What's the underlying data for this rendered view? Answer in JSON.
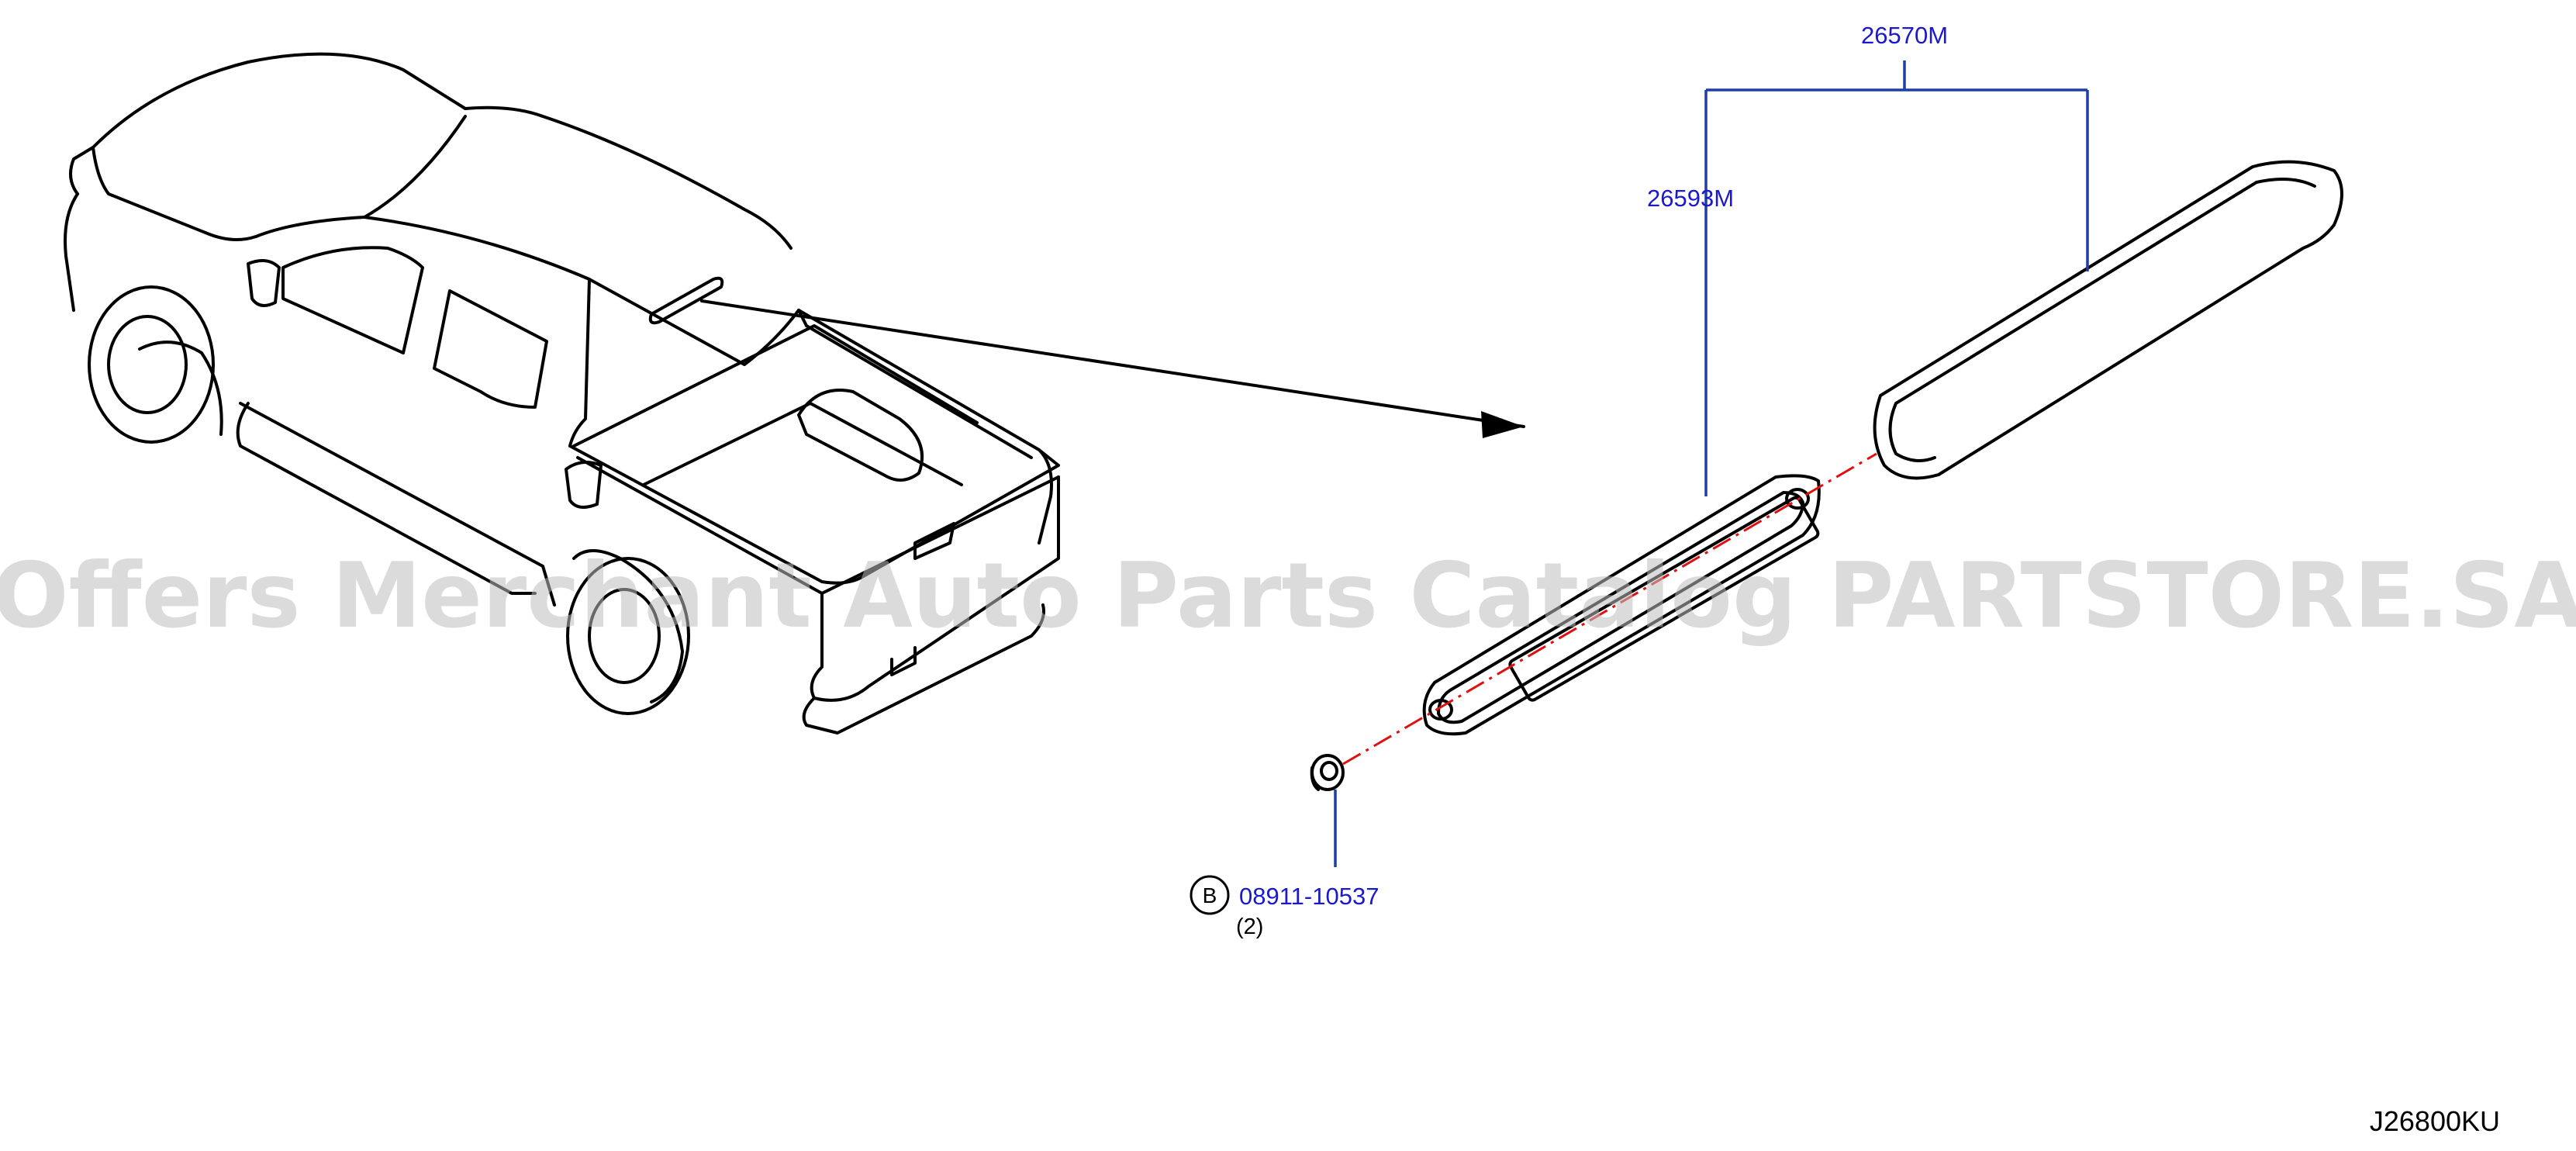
{
  "parts": {
    "high_mount_lamp_assembly": "26570M",
    "lamp_gasket": "26593M",
    "clip_part_number": "08911-10537",
    "clip_quantity": "(2)",
    "clip_callout_letter": "B"
  },
  "diagram_reference": "J26800KU",
  "watermark": "Offers Merchant Auto Parts Catalog PARTSTORE.SA",
  "colors": {
    "part_label": "#1a1acc",
    "leader_line": "#1f3fa0",
    "centerline": "#e01010",
    "line_art": "#000000",
    "watermark": "#bdbdbd"
  }
}
